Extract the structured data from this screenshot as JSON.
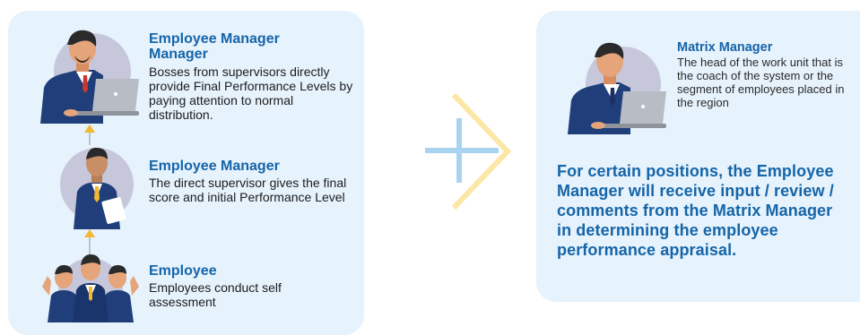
{
  "left": {
    "roles": [
      {
        "title": "Employee Manager Manager",
        "description": "Bosses from supervisors directly provide Final Performance Levels by paying attention to normal distribution."
      },
      {
        "title": "Employee Manager",
        "description": "The direct supervisor gives the final score and initial Performance Level"
      },
      {
        "title": "Employee",
        "description": "Employees conduct self assessment"
      }
    ]
  },
  "right": {
    "matrix_title": "Matrix Manager",
    "matrix_description": "The head of the work unit that is the coach of the system or the segment of employees placed in the region",
    "note": "For certain positions, the Employee Manager will receive input / review / comments from the Matrix Manager in determining the employee performance appraisal."
  },
  "colors": {
    "panel_bg": "#e6f2fc",
    "title_blue": "#1565a8",
    "arrow_yellow": "#f4b731",
    "plus_blue": "#a8d4f0",
    "chevron_yellow": "#fde7a6",
    "avatar_circle": "#c7c7dc"
  },
  "icons": [
    "manager-with-laptop-icon",
    "supervisor-with-document-icon",
    "employee-group-icon",
    "matrix-manager-with-laptop-icon",
    "plus-transition-icon",
    "chevron-right-icon",
    "arrow-up-icon"
  ]
}
